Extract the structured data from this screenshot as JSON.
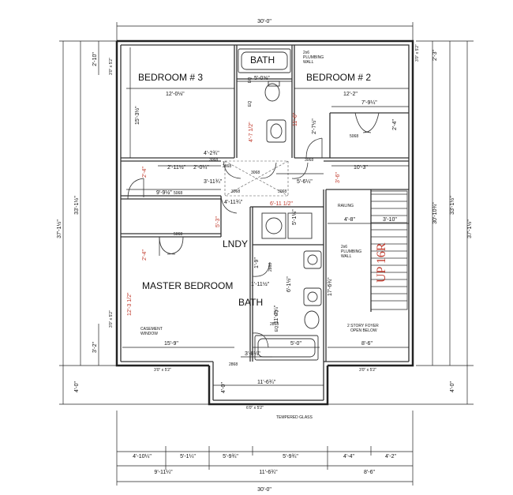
{
  "rooms": {
    "bedroom3": "BEDROOM # 3",
    "bedroom2": "BEDROOM # 2",
    "bath_top": "BATH",
    "master": "MASTER BEDROOM",
    "lndy": "LNDY",
    "bath_master": "BATH",
    "up": "UP 16R"
  },
  "notes": {
    "plumbing1": [
      "2x6",
      "PLUMBING",
      "WALL"
    ],
    "plumbing2": [
      "2x6",
      "PLUMBING",
      "WALL"
    ],
    "railing": "RAILING",
    "casement": [
      "CASEMENT",
      "WINDOW"
    ],
    "foyer": [
      "2 STORY FOYER",
      "OPEN BELOW"
    ],
    "tempered": "TEMPERED GLASS",
    "eq": "EQ"
  },
  "dims": {
    "top_overall": "30'-0\"",
    "bottom_overall": "30'-0\"",
    "bottom_row1": [
      "4'-10¼\"",
      "5'-1¼\"",
      "5'-9¾\"",
      "5'-9¾\"",
      "4'-4\"",
      "4'-2\""
    ],
    "bottom_row2": [
      "9'-11¼\"",
      "11'-6¾\"",
      "8'-6\""
    ],
    "left_overall": "37'-1½\"",
    "left_mid": "33'-1½\"",
    "left_top": "2'-10\"",
    "left_mid2": "3'-2\"",
    "left_bottom": "4'-0\"",
    "right_overall": "37'-1½\"",
    "right_mid": "33'-1½\"",
    "right_inner": "30'-10¾\"",
    "right_top": "2'-3\"",
    "right_bottom": "4'-0\"",
    "bed3_width": "12'-0⅛\"",
    "bed2_width": "12'-2\"",
    "bath_top_w": "5'-0⅝\"",
    "bed3_depth": "15'-3½\"",
    "closet_b2": "7'-9¼\"",
    "closet_b2_d": "2'-4\"",
    "d_2_7": "2'-7½\"",
    "d_11_6": "11'-6\"",
    "d_4_7": "4'-7 1/2\"",
    "d_4_2": "4'-2¾\"",
    "d_2_11": "2'-11½\"",
    "d_2_0": "2'-0¼\"",
    "d_3_11": "3'-11¾\"",
    "d_10_3": "10'-3\"",
    "d_5_6": "5'-6¼\"",
    "d_3_6": "3'-6\"",
    "d_9_9": "9'-9½\"",
    "d_4_11": "4'-11¾\"",
    "d_6_11": "6'-11 1/2\"",
    "d_5_1": "5'-1¼\"",
    "d_5_3": "5'-3\"",
    "d_4_8": "4'-8\"",
    "d_3_10": "3'-10\"",
    "d_2_4a": "2'-4\"",
    "d_2_4b": "2'-4\"",
    "d_1_9": "1'-9\"",
    "d_1_11": "1'-11½\"",
    "d_17_6": "17'-6¾\"",
    "d_6_1": "6'-1½\"",
    "d_11_7": "11'-7¼\"",
    "d_12_3": "12'-3 1/2\"",
    "d_15_9": "15'-9\"",
    "d_3_8": "3'-8¼\"",
    "d_5_0": "5'-0\"",
    "d_8_6": "8'-6\"",
    "d_11_6b": "11'-6¾\"",
    "d_4_0": "4'-0\""
  },
  "door_tags": {
    "d3068a": "3068",
    "d3068b": "3068",
    "d3068c": "3068",
    "d3068d": "3068",
    "d3068e": "3068",
    "d5068a": "5068",
    "d5068b": "5068",
    "d5068c": "5068",
    "d2868a": "2868",
    "d2868b": "2868",
    "d2868c": "2868",
    "d2868d": "2868"
  },
  "windows": {
    "w_b3_top": "3'0\" x 5'2\"",
    "w_b2_right": "3'0\" x 5'2\"",
    "w_left_lower": "3'0\" x 5'2\"",
    "w_bottom_left": "3'0\" x 5'2\"",
    "w_bottom_right": "3'0\" x 5'2\"",
    "w_tempered": "6'0\" x 5'2\""
  }
}
